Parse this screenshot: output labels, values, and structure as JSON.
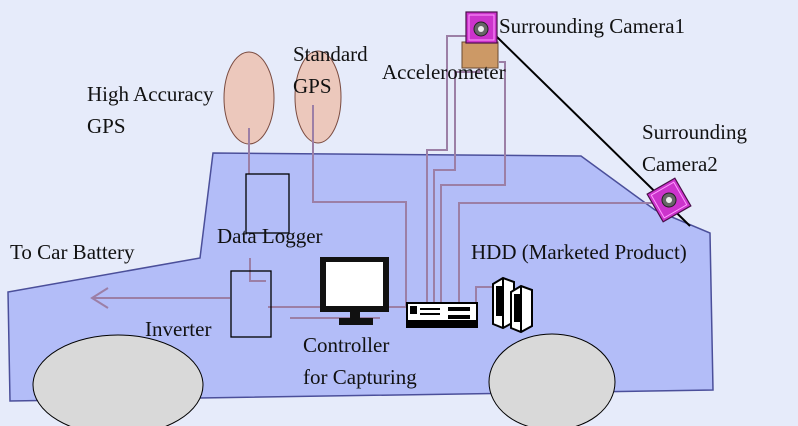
{
  "labels": {
    "high_accuracy_gps_1": "High Accuracy",
    "high_accuracy_gps_2": "GPS",
    "standard_gps_1": "Standard",
    "standard_gps_2": "GPS",
    "accelerometer": "Accelerometer",
    "camera1": "Surrounding Camera1",
    "camera2_1": "Surrounding",
    "camera2_2": "Camera2",
    "data_logger": "Data Logger",
    "car_battery": "To Car Battery",
    "hdd": "HDD (Marketed Product)",
    "inverter": "Inverter",
    "controller_1": "Controller",
    "controller_2": "for Capturing"
  },
  "colors": {
    "background": "#e6ebfa",
    "car_body": "#b3bdf8",
    "wheel": "#d9d9d9",
    "gps_antenna": "#ecc8bc",
    "wire": "#9c7fa6",
    "camera": "#cc33cc",
    "accelerometer": "#cc9966"
  }
}
